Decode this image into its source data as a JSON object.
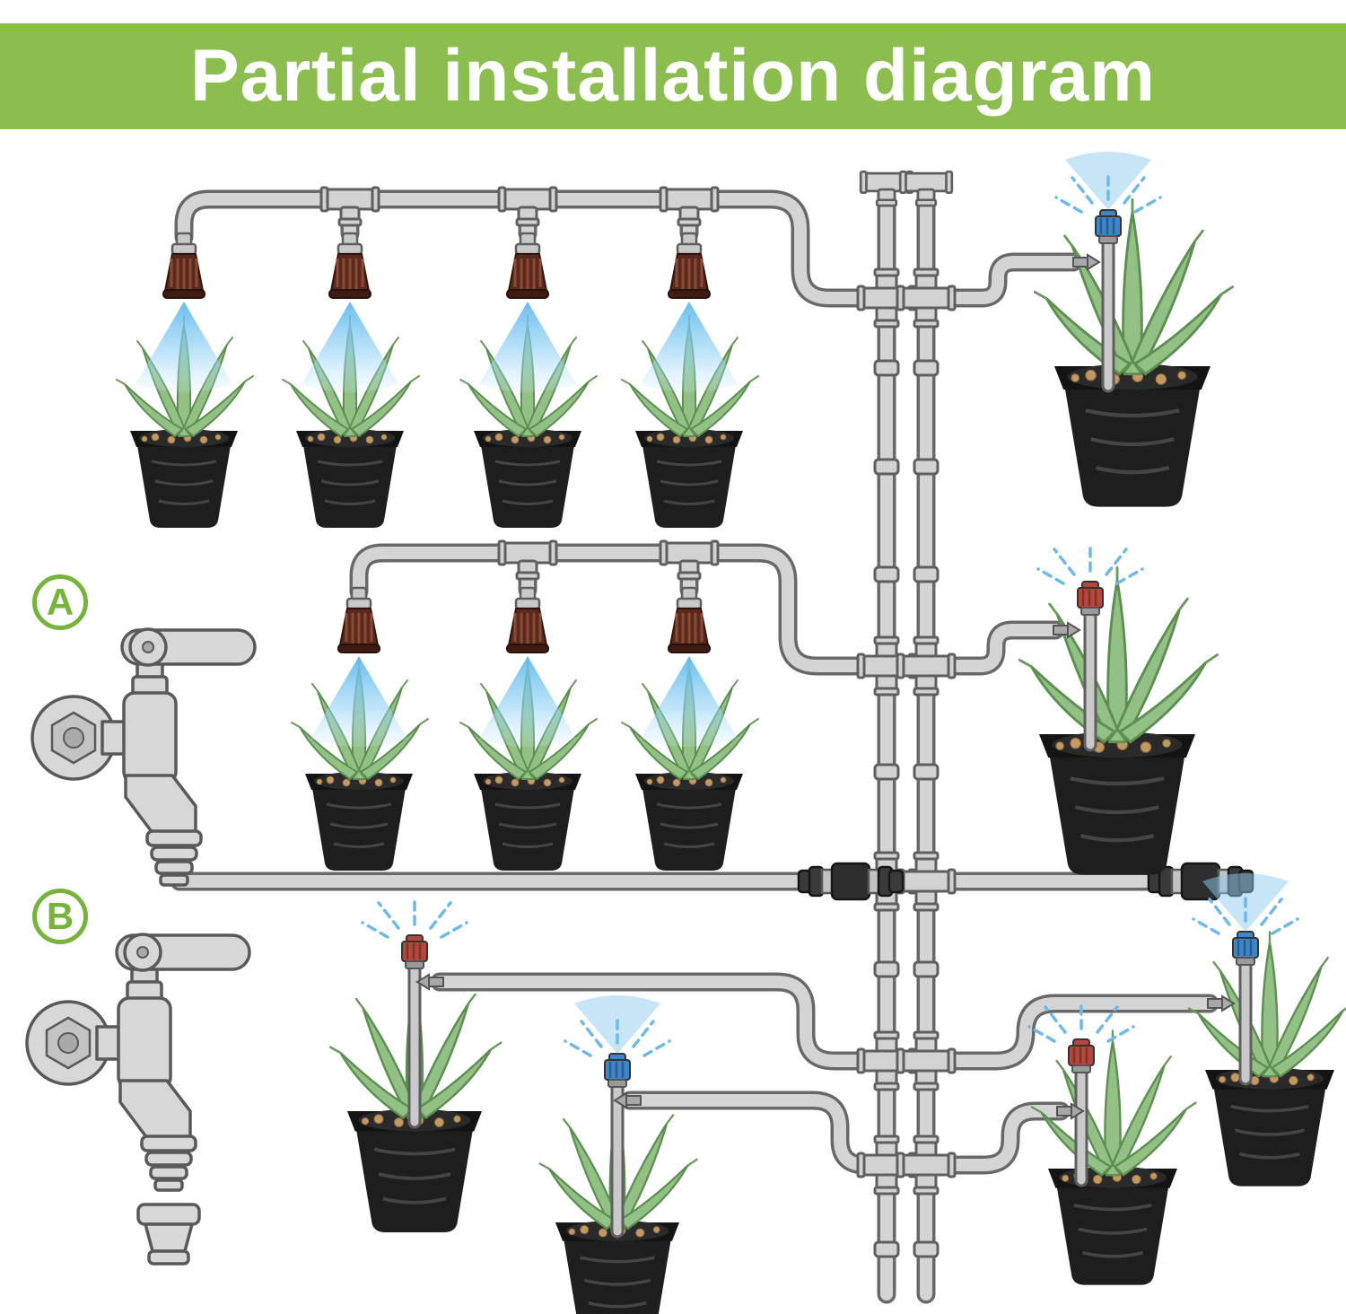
{
  "header": {
    "title": "Partial installation diagram",
    "background_color": "#8cbe4f",
    "text_color": "#ffffff"
  },
  "badges": {
    "a": "A",
    "b": "B"
  },
  "colors": {
    "banner_green": "#8cbe4f",
    "badge_green": "#76b43c",
    "pipe_fill": "#d4d4d4",
    "pipe_outline": "#686868",
    "spray_blue": "#6fb9e8",
    "nozzle_brown": "#5a2a1e",
    "cap_red": "#b5473a",
    "cap_blue": "#3e86c9",
    "pot_black": "#1d1d1d",
    "cactus_green": "#93c185",
    "pebble_tan": "#c49a62",
    "coupling_dark": "#3a3a3a"
  },
  "components": [
    "garden-faucet",
    "misting-nozzle",
    "drip-sprinkler-stake-red",
    "drip-sprinkler-stake-blue",
    "tee-connector",
    "cross-connector",
    "pipe-coupling",
    "barbed-connector",
    "hose-tubing",
    "potted-cactus"
  ]
}
